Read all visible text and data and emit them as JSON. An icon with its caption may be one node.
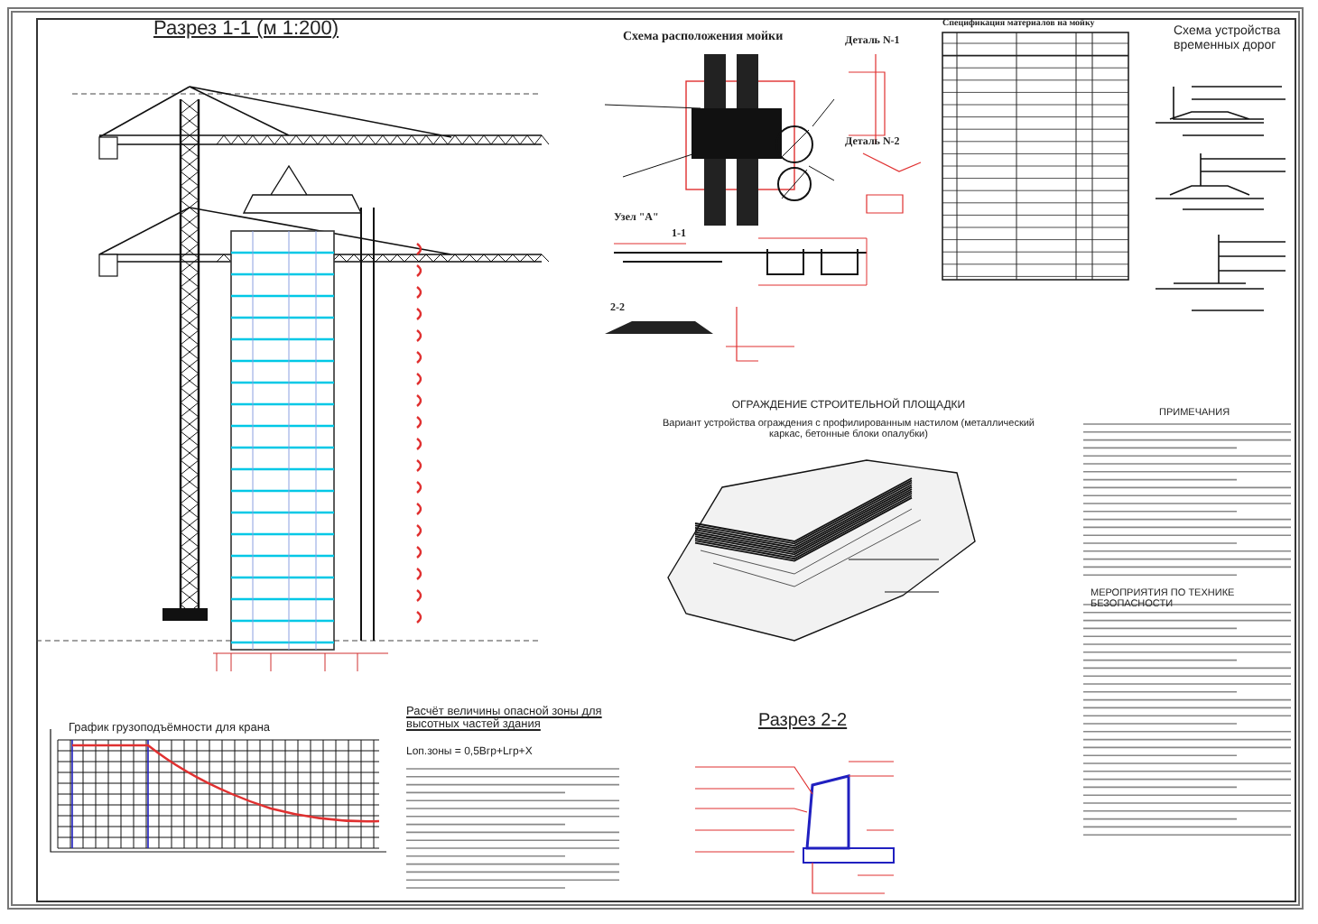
{
  "diagram": {
    "labels": [
      "Разрез 1-1 (м 1:200)",
      "Схема расположения мойки",
      "Деталь N-1",
      "Деталь N-2",
      "Узел \"А\"",
      "1-1",
      "2-2",
      "Спецификация материалов на мойку",
      "Схема устройства временных дорог",
      "ОГРАЖДЕНИЕ СТРОИТЕЛЬНОЙ ПЛОЩАДКИ",
      "Вариант устройства ограждения с профилированным настилом (металлический каркас, бетонные блоки опалубки)",
      "Разрез 2-2",
      "График грузоподъёмности для крана",
      "Расчёт величины опасной зоны для высотных частей здания",
      "Lоп.зоны = 0,5Bгр+Lгр+X",
      "ПРИМЕЧАНИЯ",
      "МЕРОПРИЯТИЯ ПО ТЕХНИКЕ БЕЗОПАСНОСТИ"
    ]
  }
}
